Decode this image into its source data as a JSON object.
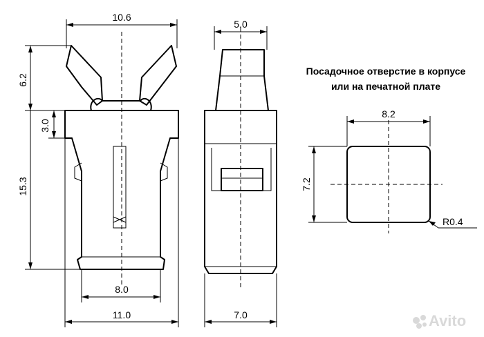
{
  "front_view": {
    "dim_top_width": "10.6",
    "dim_upper_height": "6.2",
    "dim_flange_height": "3.0",
    "dim_body_height": "15.3",
    "dim_inner_width": "8.0",
    "dim_bottom_width": "11.0"
  },
  "side_view": {
    "dim_plunger_width": "5.0",
    "dim_bottom_width": "7.0"
  },
  "cutout": {
    "title_line1": "Посадочное отверстие в корпусе",
    "title_line2": "или на печатной плате",
    "dim_width": "8.2",
    "dim_height": "7.2",
    "dim_radius": "R0.4"
  },
  "watermark": "Avito"
}
